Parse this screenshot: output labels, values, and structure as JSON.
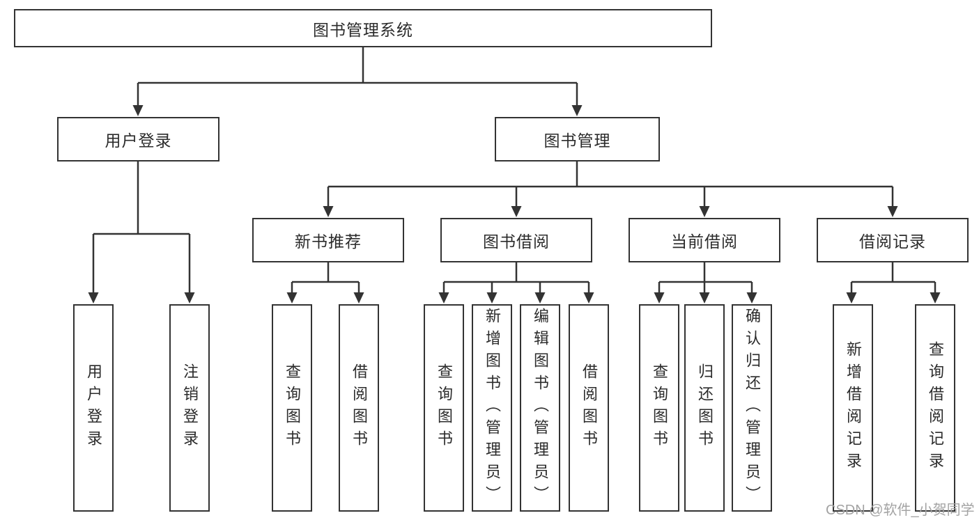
{
  "diagram": {
    "root": {
      "label": "图书管理系统"
    },
    "branches": [
      {
        "label": "用户登录",
        "leaves": [
          {
            "label": "用户登录"
          },
          {
            "label": "注销登录"
          }
        ]
      },
      {
        "label": "图书管理",
        "groups": [
          {
            "label": "新书推荐",
            "leaves": [
              {
                "label": "查询图书"
              },
              {
                "label": "借阅图书"
              }
            ]
          },
          {
            "label": "图书借阅",
            "leaves": [
              {
                "label": "查询图书"
              },
              {
                "label": "新增图书（管理员）"
              },
              {
                "label": "编辑图书（管理员）"
              },
              {
                "label": "借阅图书"
              }
            ]
          },
          {
            "label": "当前借阅",
            "leaves": [
              {
                "label": "查询图书"
              },
              {
                "label": "归还图书"
              },
              {
                "label": "确认归还（管理员）"
              }
            ]
          },
          {
            "label": "借阅记录",
            "leaves": [
              {
                "label": "新增借阅记录"
              },
              {
                "label": "查询借阅记录"
              }
            ]
          }
        ]
      }
    ]
  },
  "watermark": {
    "text": "CSDN @软件_小贺同学"
  },
  "colors": {
    "line": "#333333",
    "text": "#2b2b2b",
    "box_background": "#ffffff",
    "watermark": "#a3a3a3",
    "page_background": "#ffffff"
  }
}
